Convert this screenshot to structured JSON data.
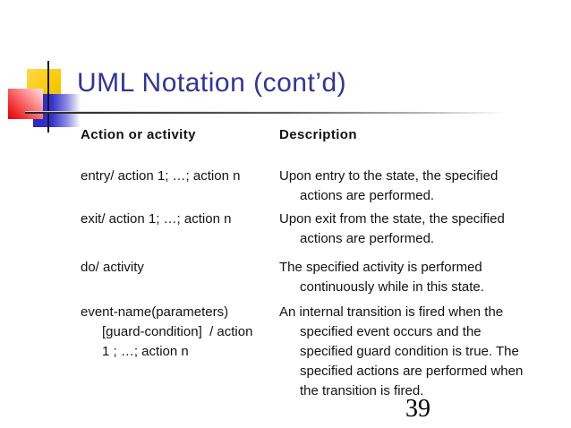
{
  "slide": {
    "title": "UML Notation (cont’d)",
    "title_color": "#333399",
    "page_number": "39",
    "logo": {
      "yellow": "#F9C900",
      "red": "#E00000",
      "blue": "#3333CC",
      "line": "#161616"
    },
    "table": {
      "headers": [
        "Action or activity",
        "Description"
      ],
      "rows": [
        {
          "action": "entry/ action 1; …; action n",
          "description": "Upon entry to the state, the specified\nactions are performed."
        },
        {
          "action": "exit/ action 1; …; action n",
          "description": "Upon exit from the state, the specified\nactions are performed."
        },
        {
          "action": "do/ activity",
          "description": "The specified activity is performed\ncontinuously while in this state."
        },
        {
          "action": "event-name(parameters)\n[guard-condition]  / action\n1 ; …; action n",
          "description": "An internal transition is fired when the\nspecified event occurs and the\nspecified guard condition is true. The\nspecified actions are performed when\nthe transition is fired."
        }
      ]
    }
  }
}
